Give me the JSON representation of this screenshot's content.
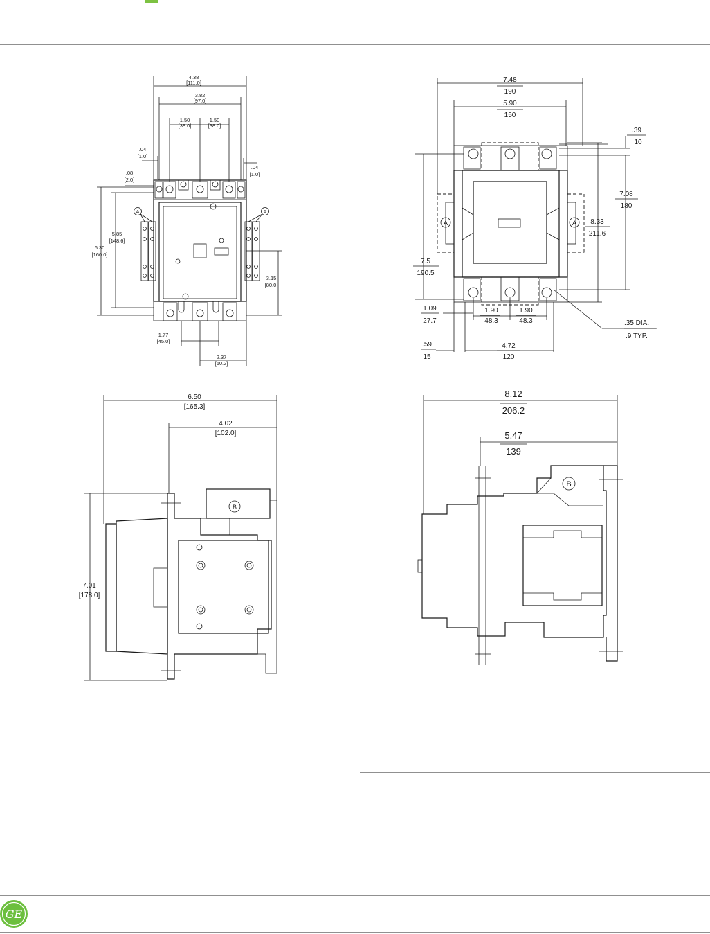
{
  "header": {
    "accent_color": "#7dc242"
  },
  "footer": {
    "logo_text": "GE",
    "logo_color": "#6cbf3e"
  },
  "colors": {
    "line": "#1a1a1a",
    "rule": "#222222"
  },
  "callouts": {
    "a": "A",
    "b": "B"
  },
  "view1": {
    "overall_width": "4.38",
    "overall_width_mm": "[111.0]",
    "inner_width": "3.82",
    "inner_width_mm": "[97.0]",
    "pitch_left": "1.50",
    "pitch_left_mm": "[38.0]",
    "pitch_right": "1.50",
    "pitch_right_mm": "[38.0]",
    "left_gap": ".04",
    "left_gap_mm": "[1.0]",
    "right_gap": ".04",
    "right_gap_mm": "[1.0]",
    "side_gap": ".08",
    "side_gap_mm": "[2.0]",
    "body_height": "5.85",
    "body_height_mm": "[148.6]",
    "overall_height": "6.30",
    "overall_height_mm": "[160.0]",
    "mount_height": "3.15",
    "mount_height_mm": "[80.0]",
    "bottom_pitch": "1.77",
    "bottom_pitch_mm": "[45.0]",
    "bottom_offset": "2.37",
    "bottom_offset_mm": "[60.2]"
  },
  "view2": {
    "overall_width": "7.48",
    "overall_width_mm": "190",
    "inner_width": "5.90",
    "inner_width_mm": "150",
    "top_offset": ".39",
    "top_offset_mm": "10",
    "hole_pitch_v": "7.08",
    "hole_pitch_v_mm": "180",
    "overall_height": "8.33",
    "overall_height_mm": "211.6",
    "body_height": "7.5",
    "body_height_mm": "190.5",
    "left_offset": "1.09",
    "left_offset_mm": "27.7",
    "pitch_left": "1.90",
    "pitch_left_mm": "48.3",
    "pitch_right": "1.90",
    "pitch_right_mm": "48.3",
    "hole_dia": ".35 DIA..",
    "hole_typ": ".9  TYP.",
    "edge_offset": ".59",
    "edge_offset_mm": "15",
    "mount_width": "4.72",
    "mount_width_mm": "120"
  },
  "view3": {
    "overall_depth": "6.50",
    "overall_depth_mm": "[165.3]",
    "mount_depth": "4.02",
    "mount_depth_mm": "[102.0]",
    "overall_height": "7.01",
    "overall_height_mm": "[178.0]"
  },
  "view4": {
    "overall_depth": "8.12",
    "overall_depth_mm": "206.2",
    "mount_depth": "5.47",
    "mount_depth_mm": "139"
  }
}
